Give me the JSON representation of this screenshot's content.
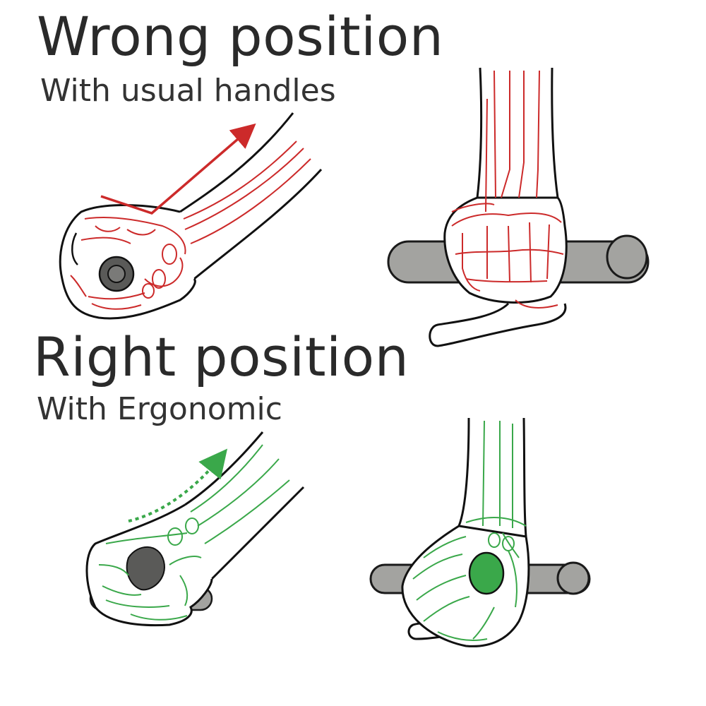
{
  "wrong": {
    "title": "Wrong position",
    "subtitle": "With usual handles",
    "color": "#cc2a2a"
  },
  "right": {
    "title": "Right position",
    "subtitle": "With Ergonomic",
    "color": "#3aa84a"
  },
  "colors": {
    "outline": "#111111",
    "bar": "#a3a3a0",
    "bar_stroke": "#1a1a1a",
    "knob_dark": "#5a5a58",
    "knob_green": "#3aa84a"
  }
}
